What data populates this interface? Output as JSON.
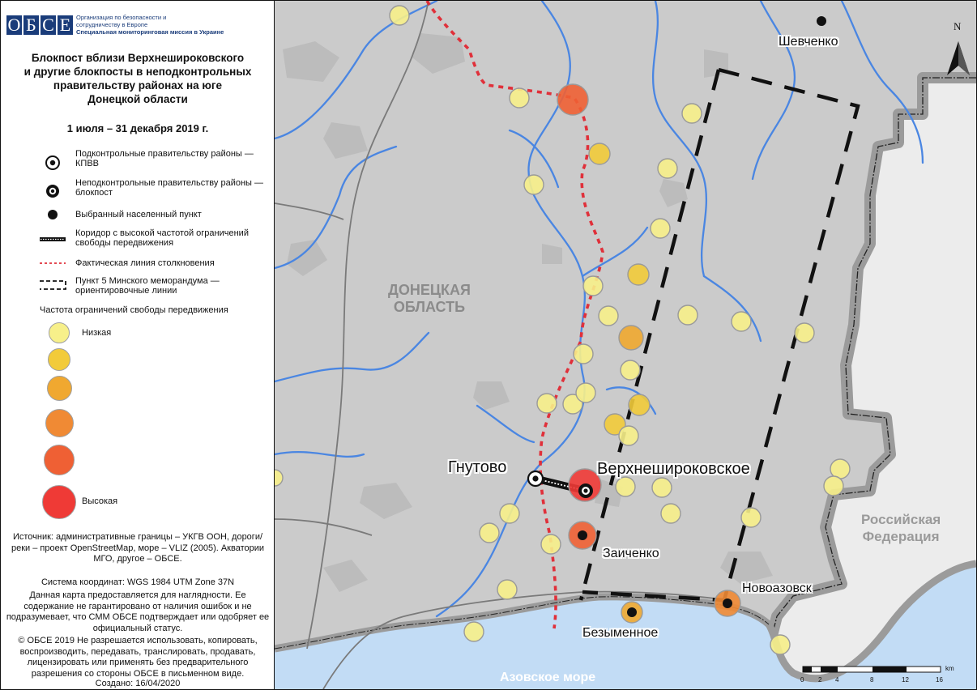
{
  "logo": {
    "letters": [
      "О",
      "Б",
      "С",
      "Е"
    ],
    "line1": "Организация по безопасности и",
    "line2": "сотрудничеству в Европе",
    "line3": "Специальная мониторинговая миссия в Украине"
  },
  "title": {
    "line1": "Блокпост вблизи Верхнешироковского",
    "line2": "и другие блокпосты в неподконтрольных",
    "line3": "правительству районах на юге",
    "line4": "Донецкой области",
    "period": "1 июля – 31 декабря 2019 г."
  },
  "legend": {
    "items": [
      {
        "label": "Подконтрольные правительству районы — КПВВ"
      },
      {
        "label": "Неподконтрольные правительству районы — блокпост"
      },
      {
        "label": "Выбранный населенный пункт"
      },
      {
        "label": "Коридор с высокой частотой ограничений свободы передвижения"
      },
      {
        "label": "Фактическая линия столкновения"
      },
      {
        "label": "Пункт 5 Минского меморандума — ориентировочные линии"
      }
    ],
    "frequency_title": "Частота ограничений свободы передвижения",
    "low": "Низкая",
    "high": "Высокая",
    "frequency_colors": [
      "#f7f08a",
      "#f2cb3a",
      "#f0a830",
      "#f08a34",
      "#ef6034",
      "#ef3a36"
    ]
  },
  "credits": {
    "source": "Источник: административные границы – УКГВ ООН, дороги/реки – проект OpenStreetMap, море – VLIZ (2005). Акватории МГО, другое – ОБСЕ.",
    "crs": "Система координат: WGS 1984 UTM Zone 37N",
    "disclaimer": "Данная карта предоставляется для наглядности. Ее содержание не гарантировано от наличия ошибок и не подразумевает, что СММ ОБСЕ подтверждает или одобряет ее официальный статус.",
    "copyright": "© ОБСЕ 2019 Не разрешается использовать, копировать, воспроизводить, передавать, транслировать, продавать, лицензировать или применять без предварительного разрешения со стороны ОБСЕ в письменном виде.",
    "created": "Создано: 16/04/2020"
  },
  "map": {
    "places": {
      "shevchenko": "Шевченко",
      "gnutovo": "Гнутово",
      "verkhnyshyrokovske": "Верхнешироковское",
      "zaichenko": "Заиченко",
      "novoazovsk": "Новоазовск",
      "bezymennoe": "Безыменное"
    },
    "region": {
      "line1": "ДОНЕЦКАЯ",
      "line2": "ОБЛАСТЬ"
    },
    "country": {
      "line1": "Российская",
      "line2": "Федерация"
    },
    "sea": "Азовское море",
    "north": "N",
    "scale": {
      "ticks": [
        "0",
        "2",
        "4",
        "8",
        "12",
        "16"
      ],
      "unit": "km"
    },
    "colors": {
      "land": "#cbcbcb",
      "russia": "#ececec",
      "sea": "#c2dcf5",
      "river": "#4a86e2",
      "contact_line": "#e0303a"
    }
  }
}
